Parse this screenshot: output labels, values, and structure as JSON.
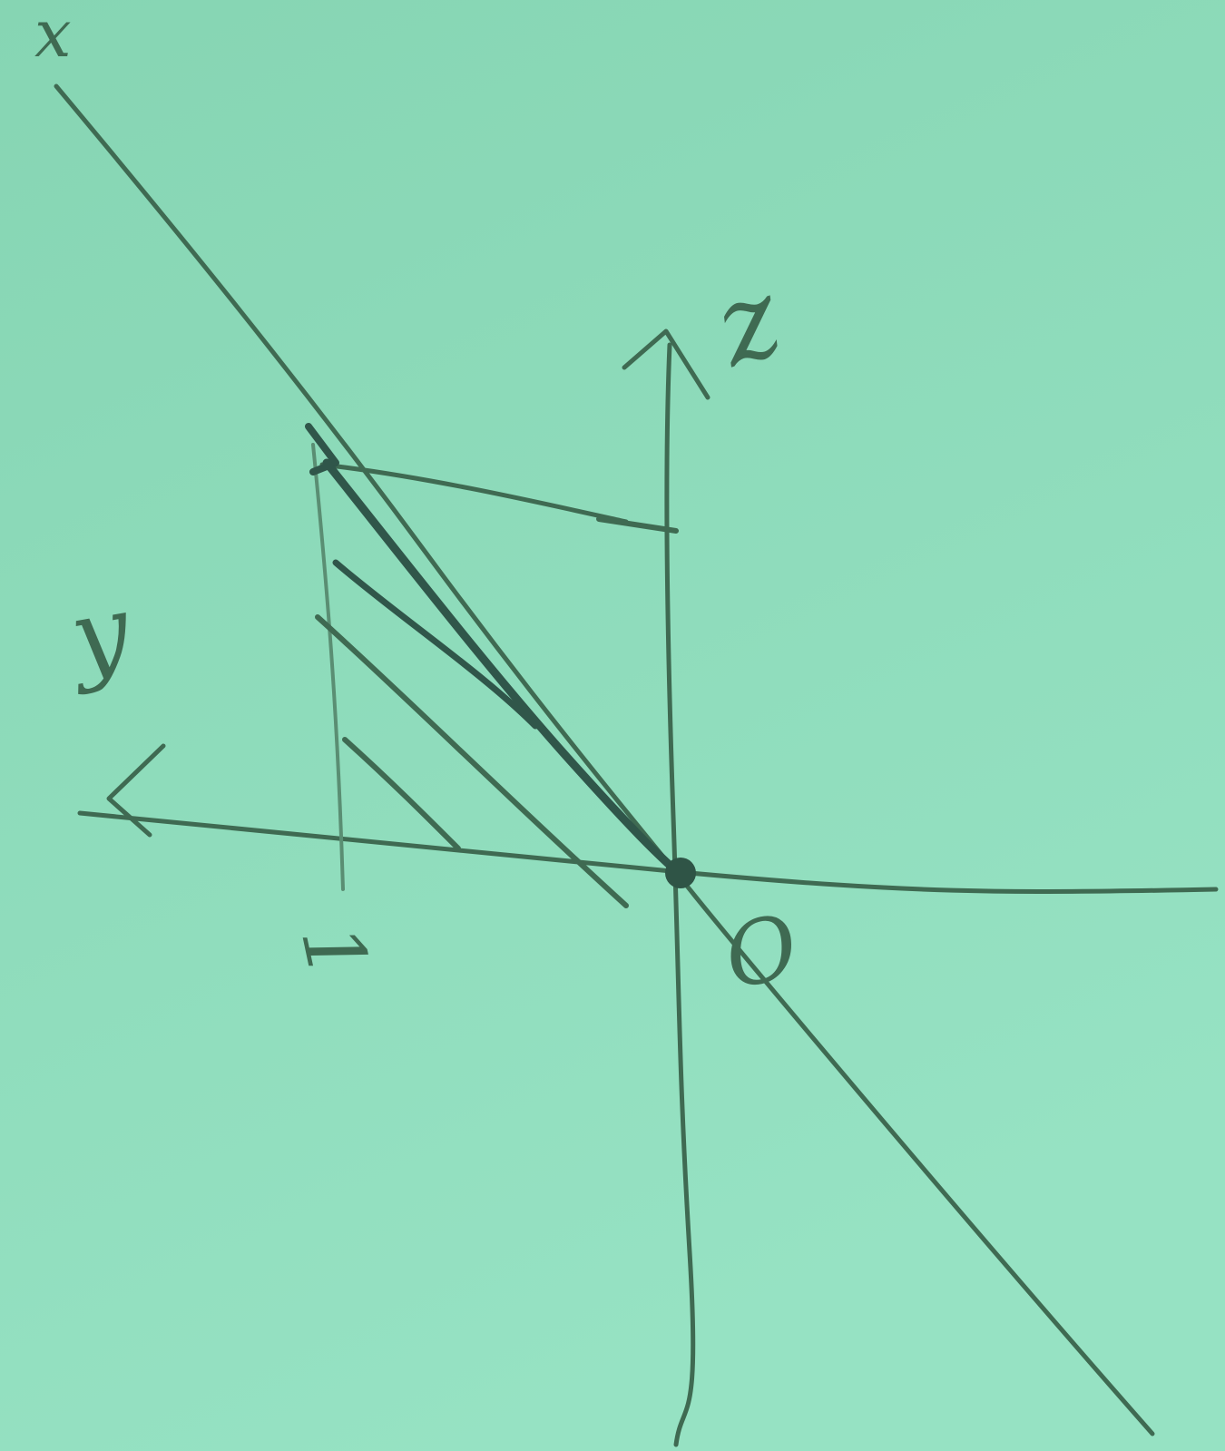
{
  "diagram": {
    "labels": {
      "top_left_letter": "x",
      "vertical_axis_label": "z",
      "left_axis_label": "y",
      "left_tick_label": "1",
      "lower_tick_label": "1",
      "origin_label": "O"
    }
  },
  "colors": {
    "paper": "#8fdcbc",
    "pencil": "#3f6a52"
  }
}
